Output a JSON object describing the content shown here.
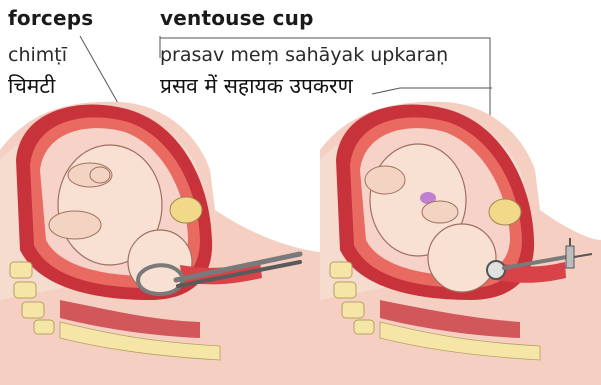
{
  "labels": {
    "forceps_en": "forceps",
    "forceps_translit": "chimṭī",
    "forceps_hindi": "चिमटी",
    "ventouse_en": "ventouse cup",
    "ventouse_translit": "prasav meṃ sahāyak upkaraṇ",
    "ventouse_hindi": "प्रसव में सहायक उपकरण"
  },
  "colors": {
    "skin": "#f4cfc2",
    "skin_shade": "#e8a898",
    "uterus_wall": "#c8323a",
    "uterus_inner": "#e45c55",
    "bladder": "#f2d98a",
    "bone": "#f5e6a8",
    "instrument": "#8a8a8a",
    "outline": "#3a3a3a"
  }
}
